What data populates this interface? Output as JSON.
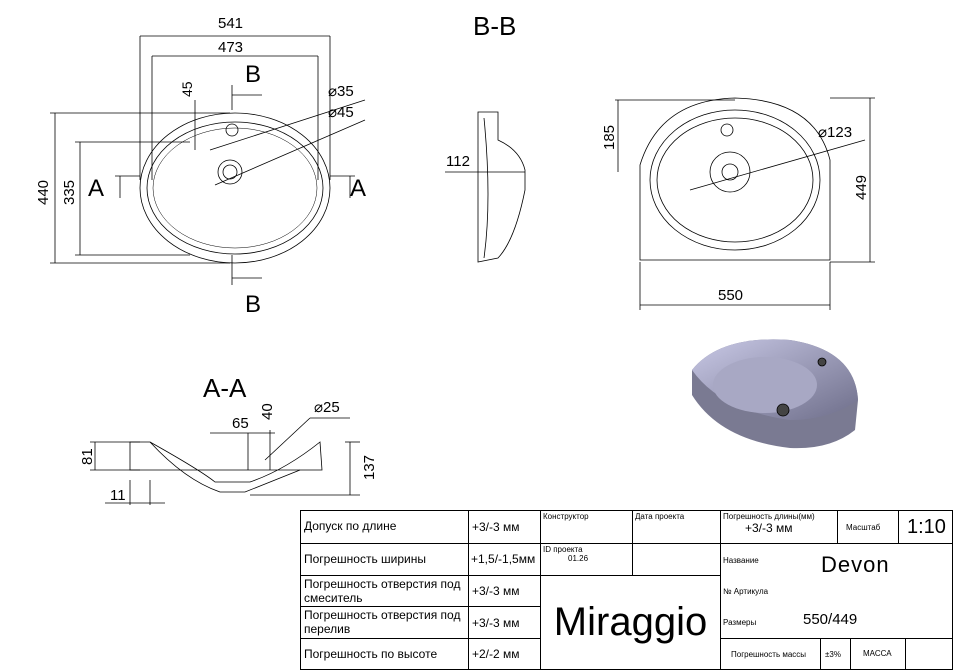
{
  "drawing": {
    "section_bb": "B-B",
    "section_aa": "A-A",
    "top_view": {
      "dim_width_outer": "541",
      "dim_width_inner": "473",
      "dim_offset": "45",
      "dim_hole1": "⌀35",
      "dim_hole2": "⌀45",
      "dim_height_outer": "440",
      "dim_height_inner": "335",
      "marker_a": "A",
      "marker_b": "B"
    },
    "section_bb_view": {
      "dim_depth": "112"
    },
    "right_view": {
      "dim_185": "185",
      "dim_hole": "⌀123",
      "dim_height": "449",
      "dim_width": "550"
    },
    "section_aa_view": {
      "dim_65": "65",
      "dim_40": "40",
      "dim_hole": "⌀25",
      "dim_81": "81",
      "dim_137": "137",
      "dim_11": "11"
    }
  },
  "title_block": {
    "rows": [
      {
        "label": "Допуск по длине",
        "value": "+3/-3 мм"
      },
      {
        "label": "Погрешность ширины",
        "value": "+1,5/-1,5мм"
      },
      {
        "label": "Погрешность отверстия под смеситель",
        "value": "+3/-3 мм"
      },
      {
        "label": "Погрешность отверстия под перелив",
        "value": "+3/-3 мм"
      },
      {
        "label": "Погрешность по высоте",
        "value": "+2/-2 мм"
      }
    ],
    "constructor_label": "Конструктор",
    "date_label": "Дата проекта",
    "project_id_label": "ID проекта",
    "project_id": "01.26",
    "brand": "Miraggio",
    "length_tolerance_label": "Погрешность длины(мм)",
    "length_tolerance": "+3/-3 мм",
    "scale_label": "Масштаб",
    "scale": "1:10",
    "name_label": "Название",
    "name": "Devon",
    "article_label": "№ Артикула",
    "sizes_label": "Размеры",
    "sizes": "550/449",
    "mass_tolerance_label": "Погрешность массы",
    "mass_tolerance": "±3%",
    "mass_label": "МАССА"
  }
}
